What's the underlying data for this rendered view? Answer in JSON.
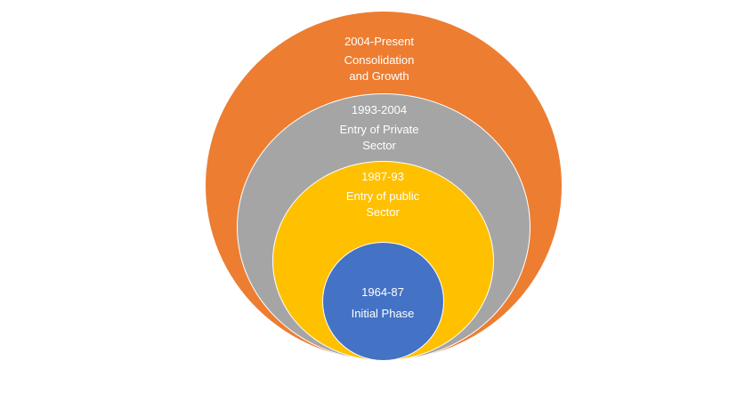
{
  "colors": {
    "outer": "#ED7D31",
    "second": "#A5A5A5",
    "third": "#FFC000",
    "inner": "#4472C4"
  },
  "phases": [
    {
      "period": "2004-Present",
      "description": "Consolidation\nand Growth"
    },
    {
      "period": "1993-2004",
      "description": "Entry of Private\nSector"
    },
    {
      "period": "1987-93",
      "description": "Entry of public\nSector"
    },
    {
      "period": "1964-87",
      "description": "Initial Phase"
    }
  ]
}
